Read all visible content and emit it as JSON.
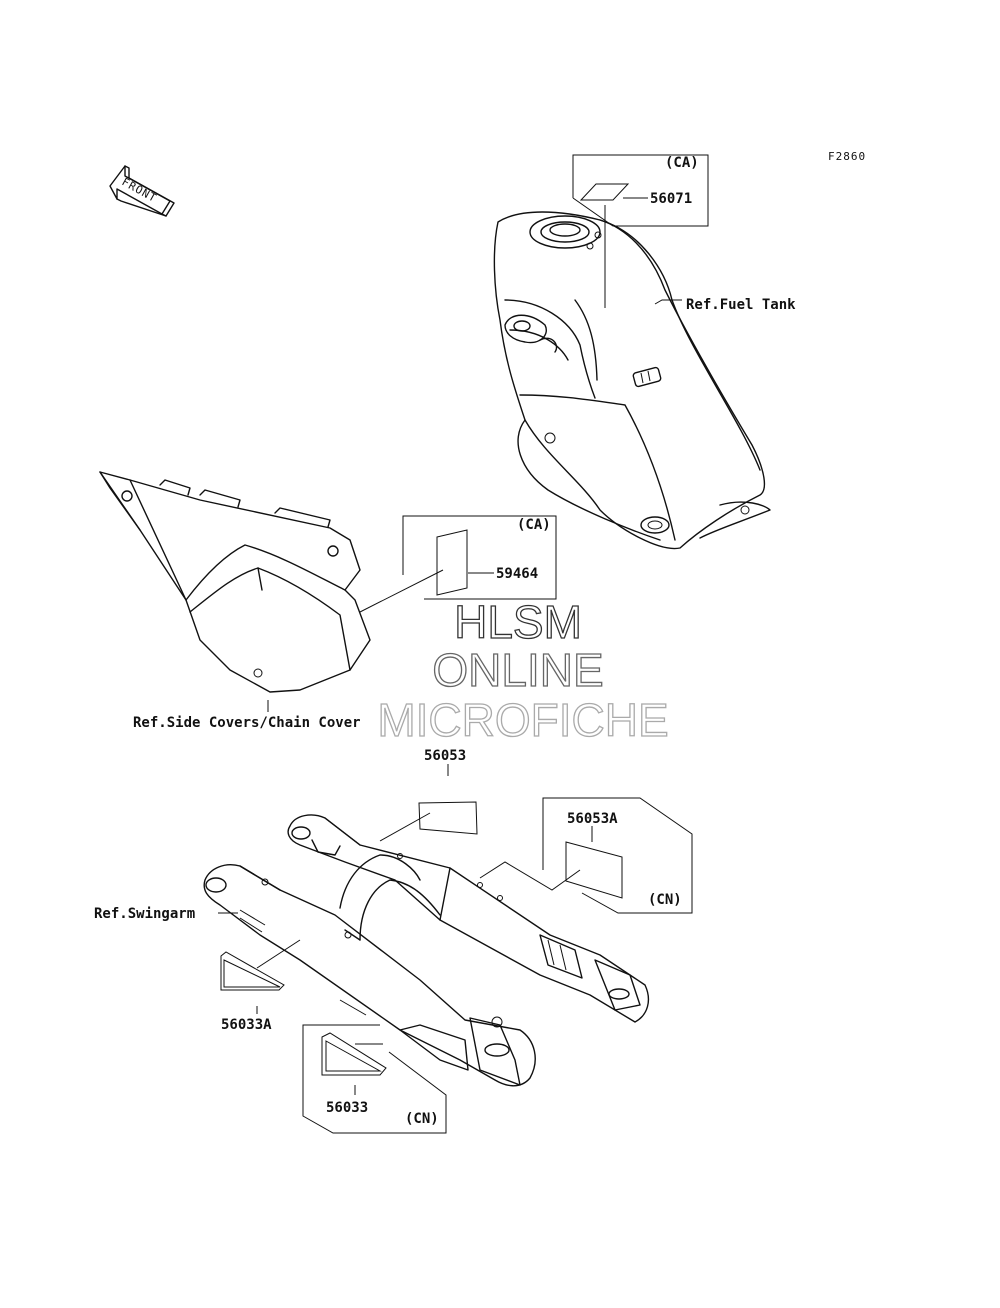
{
  "figure_code": "F2860",
  "front_label": "FRONT",
  "callouts": {
    "p56071": {
      "part": "56071",
      "region": "(CA)"
    },
    "fuel_tank": "Ref.Fuel Tank",
    "p59464": {
      "part": "59464",
      "region": "(CA)"
    },
    "side_covers": "Ref.Side Covers/Chain Cover",
    "p56053": "56053",
    "p56053A": {
      "part": "56053A",
      "region": "(CN)"
    },
    "swingarm": "Ref.Swingarm",
    "p56033A": "56033A",
    "p56033": {
      "part": "56033",
      "region": "(CN)"
    }
  },
  "watermark": {
    "line1": "HLSM",
    "line2": "ONLINE",
    "line3": "MICROFICHE",
    "colors": [
      "#333333",
      "#666666",
      "#aaaaaa"
    ]
  }
}
